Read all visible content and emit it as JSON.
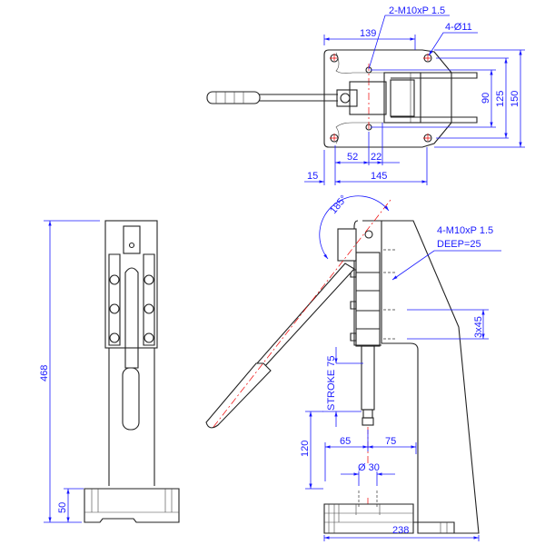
{
  "drawing": {
    "colors": {
      "dimension": "#1a1aff",
      "centerline": "#ee0000",
      "object": "#222222"
    },
    "top_view": {
      "thread_note": "2-M10xP 1.5",
      "hole_note": "4-Ø11",
      "dim_139": "139",
      "dim_52": "52",
      "dim_22": "22",
      "dim_15": "15",
      "dim_145": "145",
      "dim_90": "90",
      "dim_125": "125",
      "dim_150": "150"
    },
    "side_view": {
      "angle": "185°",
      "thread_note_line1": "4-M10xP 1.5",
      "thread_note_line2": "DEEP=25",
      "pitch": "3x45",
      "stroke": "STROKE 75",
      "dim_120": "120",
      "dim_65": "65",
      "dim_75": "75",
      "bore": "Ø 30",
      "dim_238": "238"
    },
    "front_view": {
      "height": "468",
      "base_height": "50"
    }
  }
}
